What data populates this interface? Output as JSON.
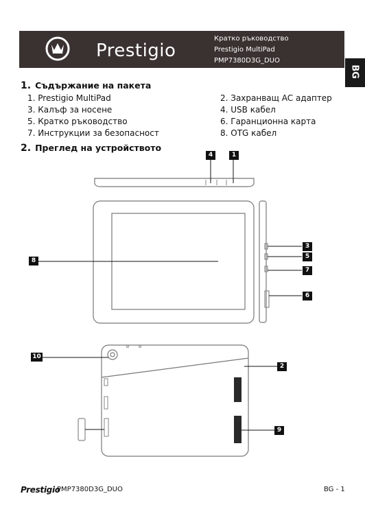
{
  "header": {
    "brand": "Prestigio",
    "line1": "Кратко ръководство",
    "line2": "Prestigio MultiPad",
    "line3": "PMP7380D3G_DUO"
  },
  "lang_tab": "BG",
  "section1": {
    "num": "1.",
    "title": "Съдържание на пакета",
    "items_left": [
      "1. Prestigio MultiPad",
      "3. Калъф за носене",
      "5. Кратко ръководство",
      "7. Инструкции за безопасност"
    ],
    "items_right": [
      "2. Захранващ AC адаптер",
      "4. USB кабел",
      "6. Гаранционна карта",
      "8.  OTG кабел"
    ]
  },
  "section2": {
    "num": "2.",
    "title": "Преглед на устройството"
  },
  "callouts": {
    "c1": "1",
    "c2": "2",
    "c3": "3",
    "c4": "4",
    "c5": "5",
    "c6": "6",
    "c7": "7",
    "c8": "8",
    "c9": "9",
    "c10": "10"
  },
  "footer": {
    "brand": "Prestigio",
    "model": "PMP7380D3G_DUO",
    "page": "BG - 1"
  }
}
